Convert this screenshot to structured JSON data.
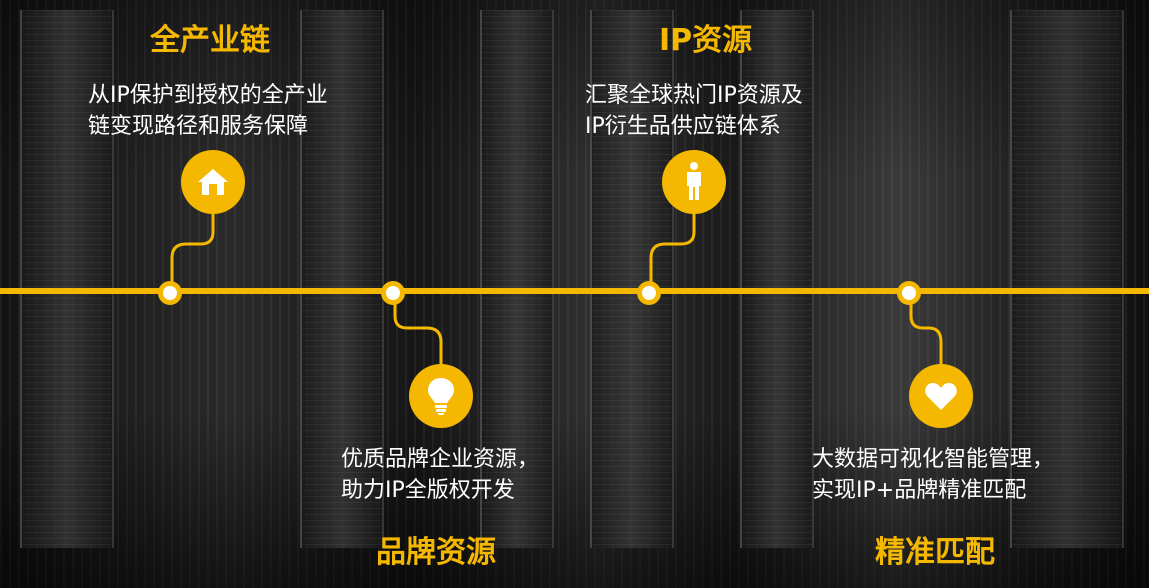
{
  "accent_color": "#f5b800",
  "items": [
    {
      "title": "全产业链",
      "desc_line1": "从IP保护到授权的全产业",
      "desc_line2": "链变现路径和服务保障",
      "icon": "home-icon"
    },
    {
      "title": "品牌资源",
      "desc_line1": "优质品牌企业资源，",
      "desc_line2": "助力IP全版权开发",
      "icon": "lightbulb-icon"
    },
    {
      "title": "IP资源",
      "desc_line1": "汇聚全球热门IP资源及",
      "desc_line2": "IP衍生品供应链体系",
      "icon": "person-icon"
    },
    {
      "title": "精准匹配",
      "desc_line1": "大数据可视化智能管理，",
      "desc_line2": "实现IP+品牌精准匹配",
      "icon": "heart-icon"
    }
  ]
}
